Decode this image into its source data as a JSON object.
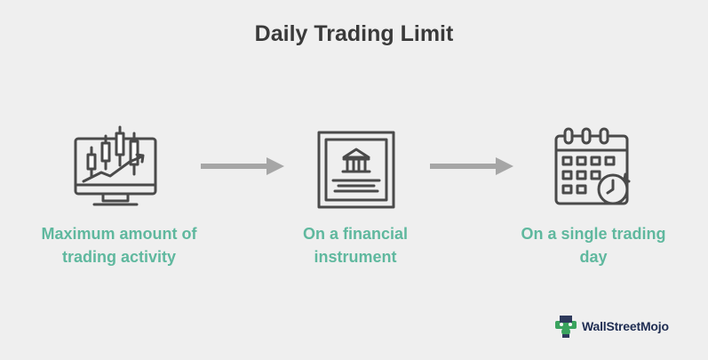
{
  "title": "Daily Trading Limit",
  "steps": [
    {
      "icon": "trading-monitor-icon",
      "caption_line1": "Maximum amount of",
      "caption_line2": "trading activity"
    },
    {
      "icon": "bank-certificate-icon",
      "caption_line1": "On a financial",
      "caption_line2": "instrument"
    },
    {
      "icon": "calendar-clock-icon",
      "caption_line1": "On a single trading",
      "caption_line2": "day"
    }
  ],
  "colors": {
    "background": "#efefef",
    "title": "#3a3a3a",
    "caption": "#5fb89e",
    "icon_stroke": "#4a4a4a",
    "arrow": "#a6a6a6",
    "logo_green": "#3aa35e",
    "logo_text": "#1f2d52"
  },
  "logo": {
    "text": "WallStreetMojo",
    "icon": "wallstreetmojo-logo-icon"
  }
}
